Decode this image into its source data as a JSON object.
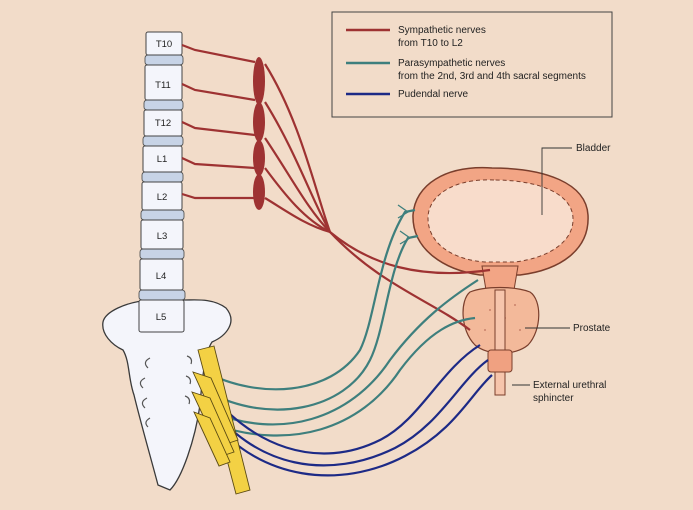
{
  "vertebrae": [
    {
      "id": "t10",
      "label": "T10"
    },
    {
      "id": "t11",
      "label": "T11"
    },
    {
      "id": "t12",
      "label": "T12"
    },
    {
      "id": "l1",
      "label": "L1"
    },
    {
      "id": "l2",
      "label": "L2"
    },
    {
      "id": "l3",
      "label": "L3"
    },
    {
      "id": "l4",
      "label": "L4"
    },
    {
      "id": "l5",
      "label": "L5"
    }
  ],
  "legend": {
    "sympathetic": {
      "line1": "Sympathetic nerves",
      "line2": "from T10 to L2",
      "color": "#9e3232"
    },
    "parasympathetic": {
      "line1": "Parasympathetic nerves",
      "line2": "from the 2nd, 3rd and 4th sacral segments",
      "color": "#3e7f7d"
    },
    "pudendal": {
      "line1": "Pudendal nerve",
      "color": "#1d2a86"
    }
  },
  "organs": {
    "bladder": "Bladder",
    "prostate": "Prostate",
    "sphincter_line1": "External urethral",
    "sphincter_line2": "sphincter"
  }
}
